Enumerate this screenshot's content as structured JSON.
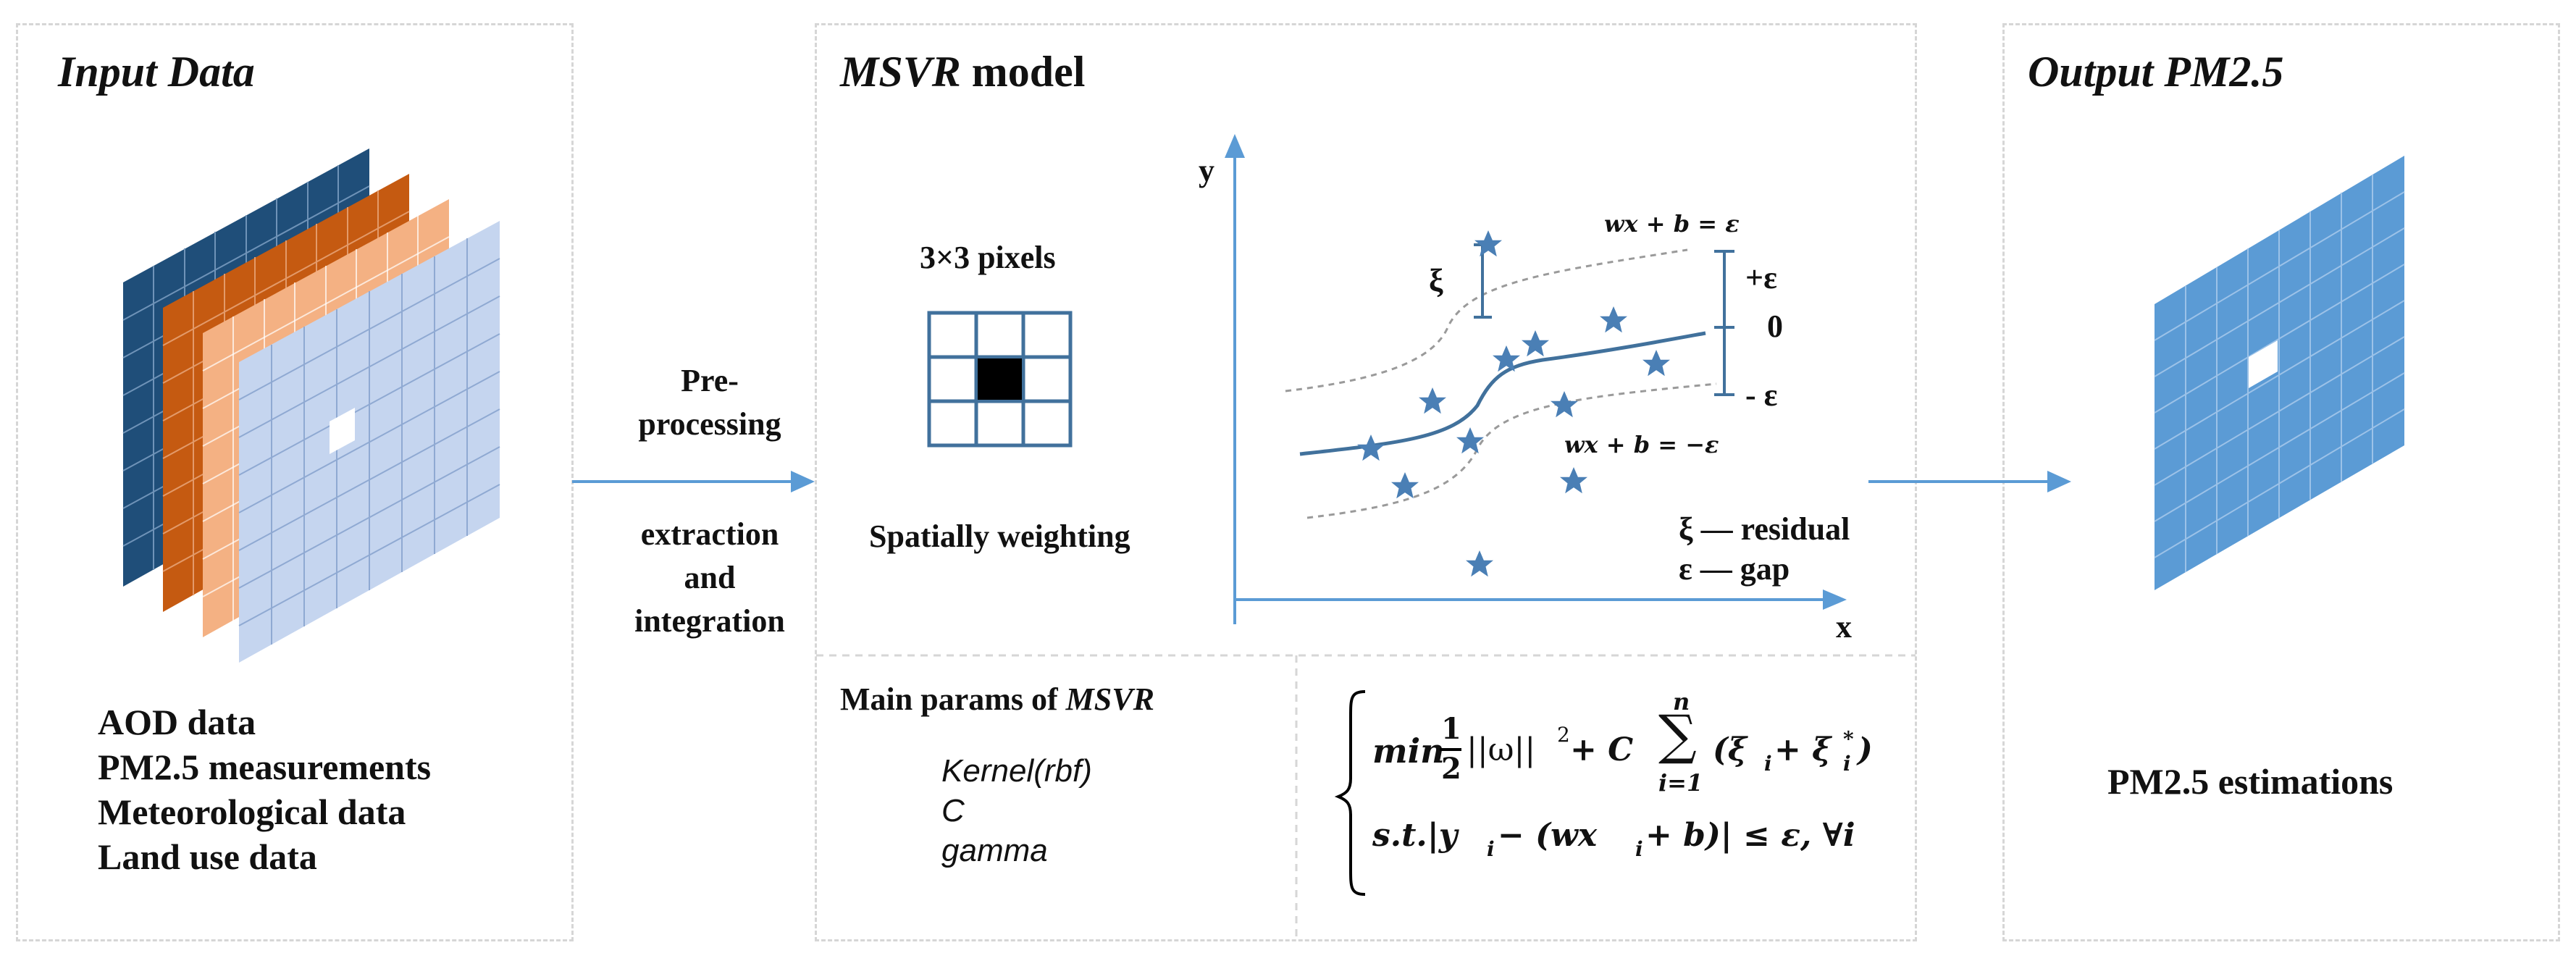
{
  "input_panel": {
    "title": "Input Data",
    "data_items": [
      "AOD data",
      "PM2.5 measurements",
      "Meteorological data",
      "Land use data"
    ]
  },
  "preprocess": {
    "line1": "Pre-",
    "line2": "processing",
    "line3": "extraction",
    "line4": "and",
    "line5": "integration"
  },
  "model_panel": {
    "title_italic": "MSVR",
    "title_rest": " model",
    "pixels_label": "3×3 pixels",
    "spatial_label": "Spatially weighting",
    "axis_y": "y",
    "axis_x": "x",
    "upper_boundary": "wx + b = ε",
    "lower_boundary": "wx + b = −ε",
    "xi_symbol": "ξ",
    "plus_eps": "+ε",
    "zero": "0",
    "minus_eps": "- ε",
    "legend_residual": "ξ — residual",
    "legend_gap": "ε — gap"
  },
  "params": {
    "title_prefix": "Main params of ",
    "title_italic": "MSVR",
    "items": [
      "Kernel(rbf)",
      "C",
      "gamma"
    ]
  },
  "formula": {
    "min": "min",
    "frac_num": "1",
    "frac_den": "2",
    "norm": "||ω||",
    "sq": "2",
    "plus_C": " + C",
    "sum_top": "n",
    "sum_bottom": "i=1",
    "sum_term": "(ξ",
    "sub_i": "i",
    "plus": " + ξ",
    "star": "*",
    "close": ")",
    "st_line": "s.t.|y",
    "st_mid": " − (wx",
    "st_end": " + b)| ≤ ε, ∀i"
  },
  "output_panel": {
    "title": "Output PM2.5",
    "label": "PM2.5 estimations"
  },
  "colors": {
    "dark_blue": "#1f4e79",
    "orange": "#c55a11",
    "peach": "#f4b183",
    "light_blue": "#c5d5ef",
    "accent_blue": "#5b9bd5",
    "line_blue": "#41719c",
    "star_blue": "#4a7fb5"
  }
}
